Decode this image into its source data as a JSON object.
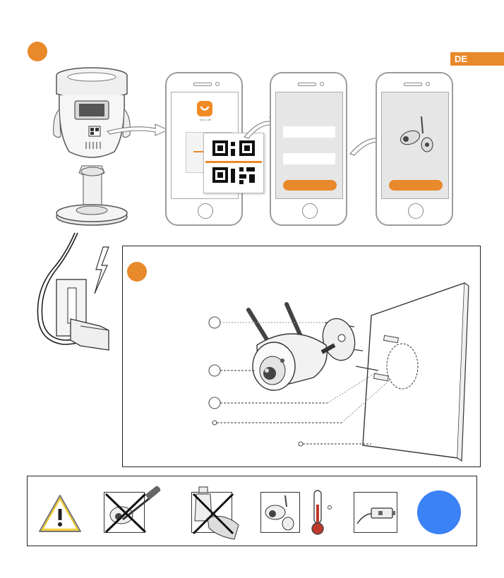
{
  "language_tag": "DE",
  "app": {
    "logo_caption": "imou Life"
  },
  "colors": {
    "accent": "#E8892B",
    "blue": "#3B82F6",
    "warning_yellow": "#F4D03F"
  },
  "icons": {
    "step1": "orange-step-marker",
    "step2": "orange-step-marker",
    "warning": "warning-triangle-icon",
    "no_disassemble": "no-screwdriver-icon",
    "no_chemicals": "no-cleaning-chemicals-icon",
    "temperature": "thermometer-icon",
    "power_adapter": "power-adapter-icon",
    "blue_circle": "blue-circle-icon"
  }
}
